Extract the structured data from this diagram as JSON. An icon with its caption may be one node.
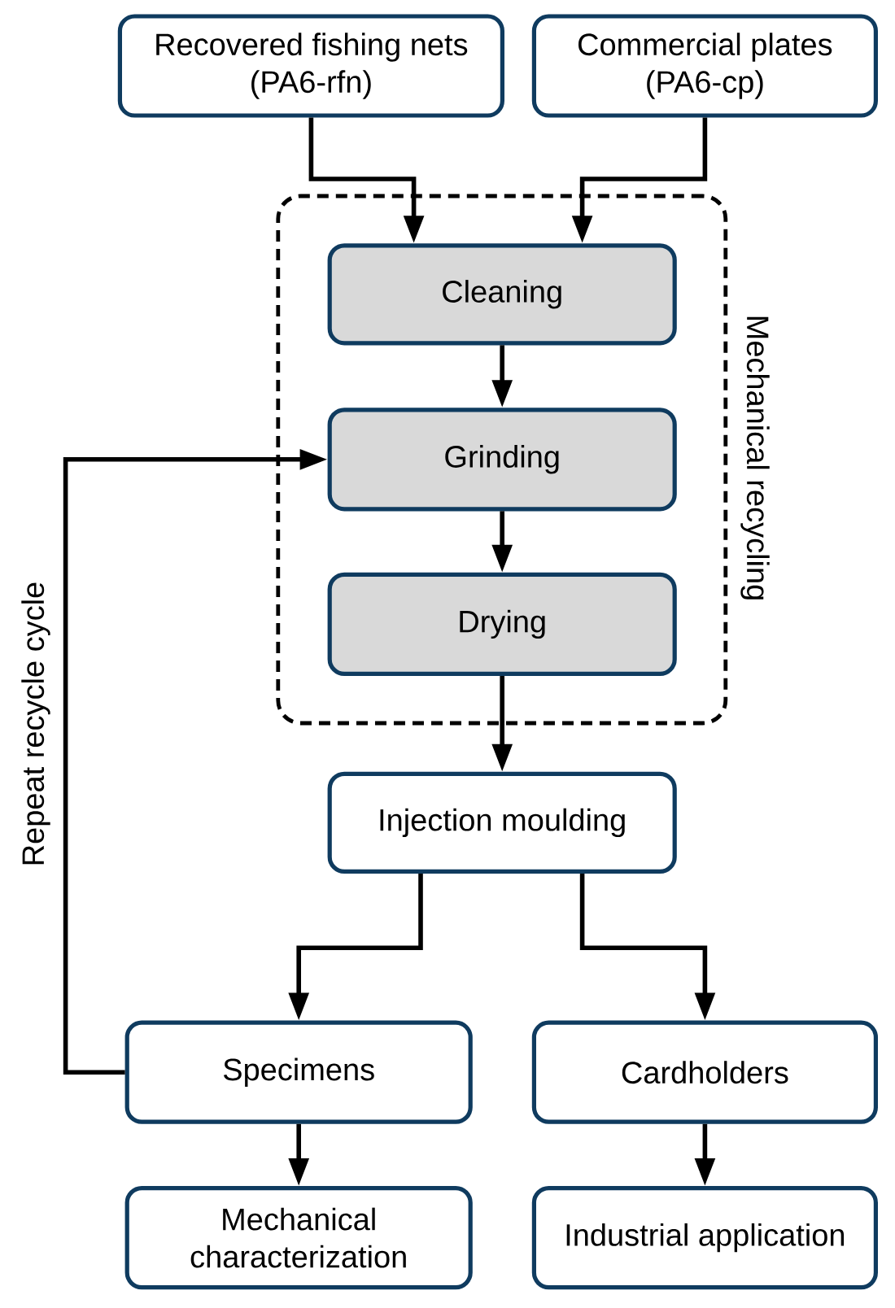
{
  "diagram": {
    "nodes": [
      {
        "text": [
          "Recovered fishing nets (PA6-rfn)"
        ]
      },
      {
        "text": [
          "Commercial plates (PA6-cp)"
        ]
      },
      {
        "text": [
          "Mechanical recycling"
        ]
      },
      {
        "text": [
          "Cleaning"
        ],
        "in": 2
      },
      {
        "text": [
          "Grinding"
        ],
        "in": 2
      },
      {
        "text": [
          "Drying"
        ],
        "in": 2
      },
      {
        "text": [
          "Injection moulding"
        ]
      },
      {
        "text": [
          "Specimens"
        ]
      },
      {
        "text": [
          "Cardholders"
        ]
      },
      {
        "text": [
          "Mechanical characterization"
        ]
      },
      {
        "text": [
          "Industrial application"
        ]
      }
    ],
    "edges": [
      {
        "from": 0,
        "to": 3,
        "arrow": "to"
      },
      {
        "from": 1,
        "to": 3,
        "arrow": "to"
      },
      {
        "from": 3,
        "to": 4,
        "arrow": "to"
      },
      {
        "from": 4,
        "to": 5,
        "arrow": "to"
      },
      {
        "from": 5,
        "to": 6,
        "arrow": "to"
      },
      {
        "from": 6,
        "to": 7,
        "arrow": "to"
      },
      {
        "from": 6,
        "to": 8,
        "arrow": "to"
      },
      {
        "from": 7,
        "to": 4,
        "arrow": "to",
        "label": "Repeat recycle cycle"
      },
      {
        "from": 7,
        "to": 9,
        "arrow": "to"
      },
      {
        "from": 8,
        "to": 10,
        "arrow": "to"
      }
    ]
  }
}
